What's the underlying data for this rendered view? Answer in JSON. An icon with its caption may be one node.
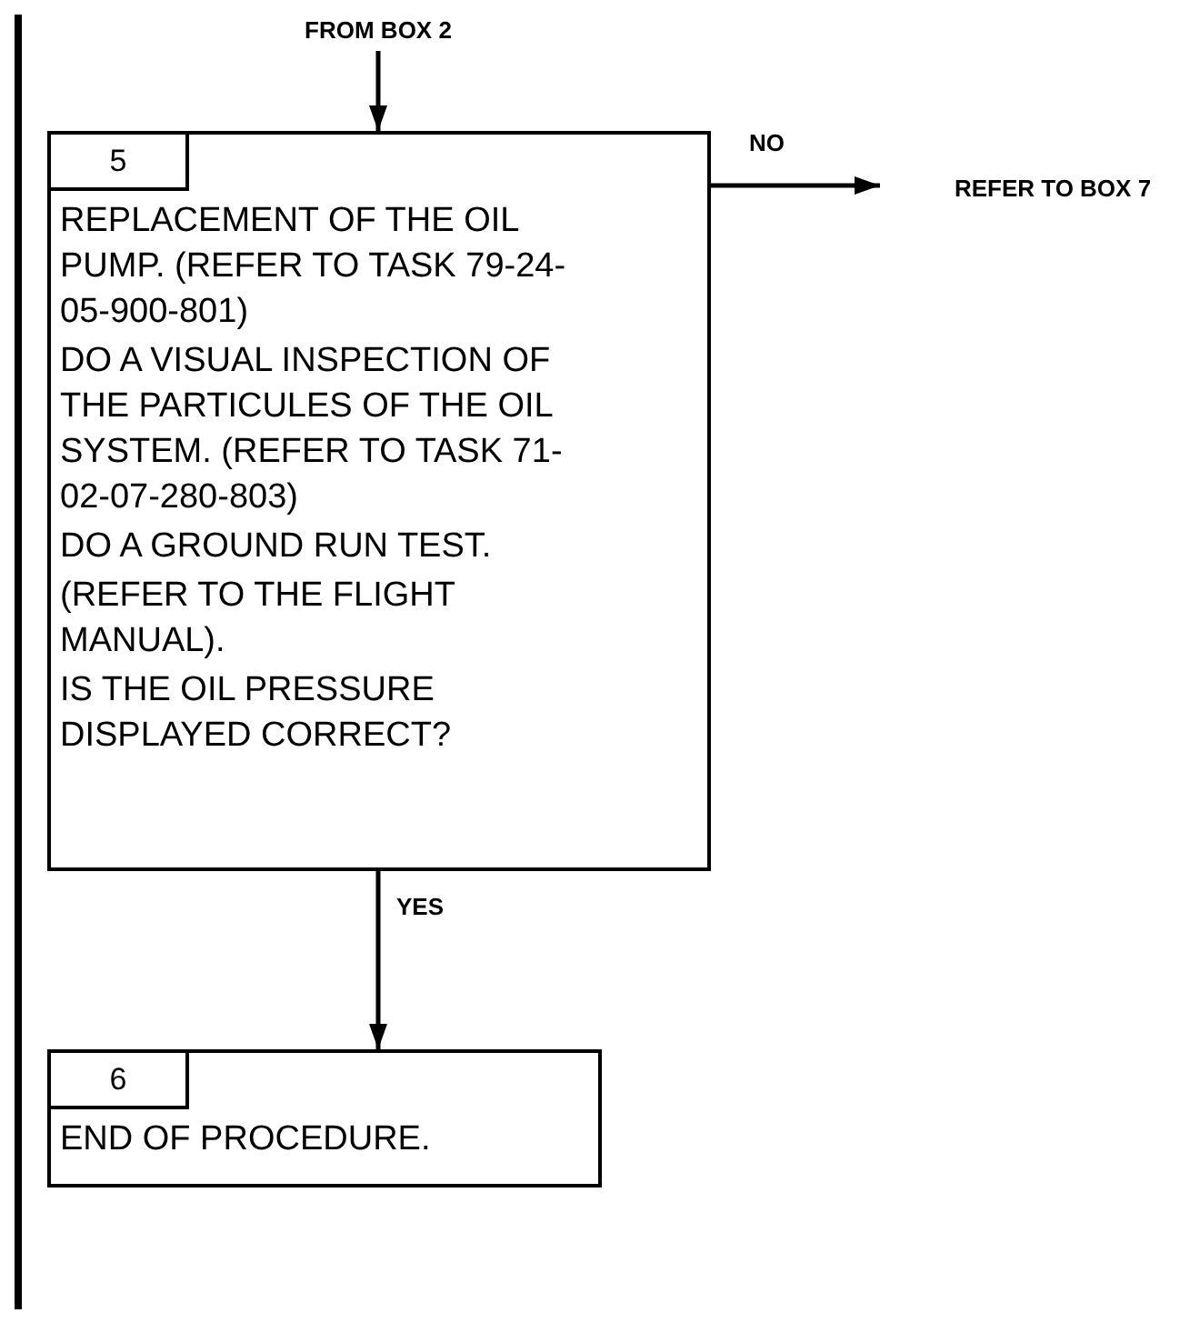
{
  "diagram": {
    "nodes": [
      {
        "text": [
          "FROM BOX 2"
        ]
      },
      {
        "text": [
          "5",
          "REPLACEMENT OF THE OIL PUMP. (REFER TO TASK 79-24-05-900-801)",
          "DO A VISUAL INSPECTION OF THE PARTICULES OF THE OIL SYSTEM. (REFER TO TASK 71-02-07-280-803)",
          "DO A GROUND RUN TEST.",
          "(REFER TO THE FLIGHT MANUAL).",
          "IS THE OIL PRESSURE DISPLAYED CORRECT?"
        ]
      },
      {
        "text": [
          "REFER TO BOX 7"
        ]
      },
      {
        "text": [
          "6",
          "END OF PROCEDURE."
        ]
      }
    ],
    "edges": [
      {
        "from": 0,
        "to": 1,
        "arrow": "to"
      },
      {
        "from": 1,
        "to": 2,
        "arrow": "to",
        "label": "NO"
      },
      {
        "from": 1,
        "to": 3,
        "arrow": "to",
        "label": "YES"
      }
    ]
  }
}
